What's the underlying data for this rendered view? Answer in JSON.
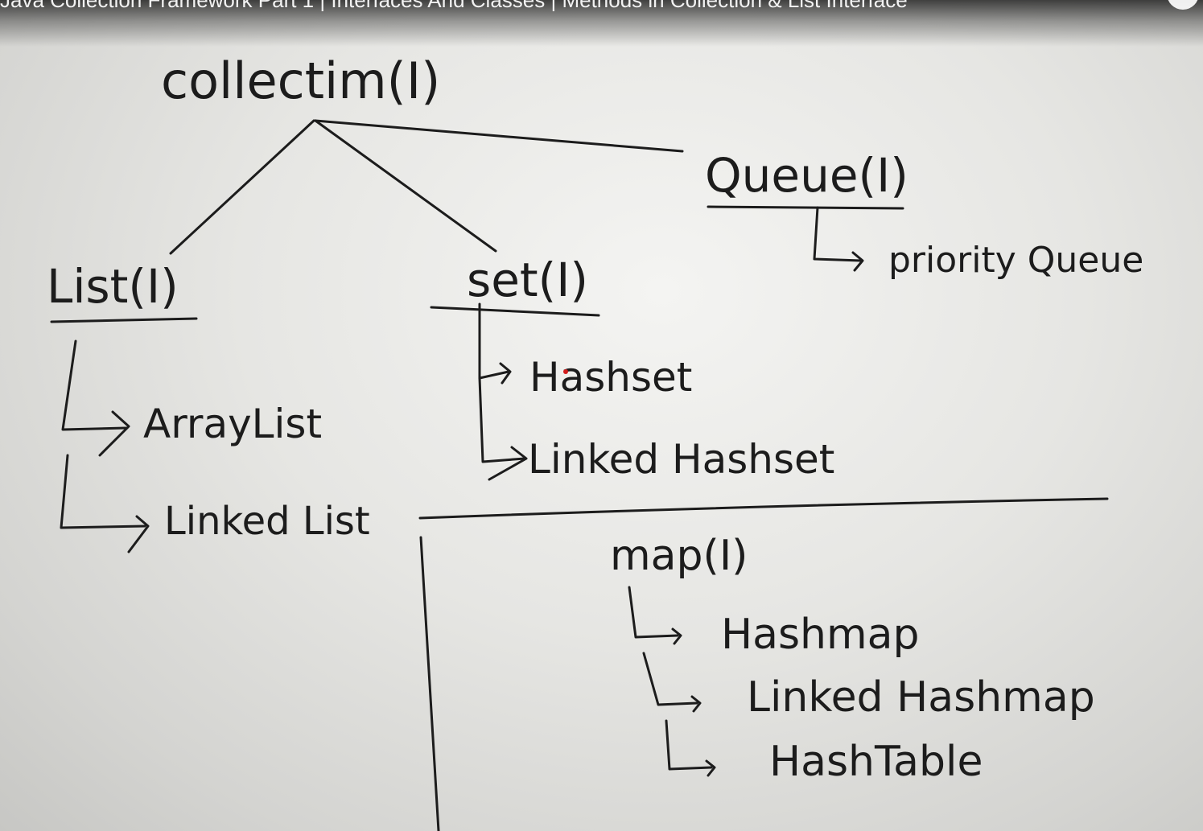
{
  "video_title": "Java Collection Framework Part 1 | Interfaces And Classes | Methods in Collection & List Interface",
  "whiteboard": {
    "root": "collectim(I)",
    "queue": {
      "title": "Queue(I)",
      "children": [
        "priority Queue"
      ]
    },
    "list": {
      "title": "List(I)",
      "children": [
        "ArrayList",
        "Linked List"
      ]
    },
    "set": {
      "title": "set(I)",
      "children": [
        "Hashset",
        "Linked Hashset"
      ]
    },
    "map": {
      "title": "map(I)",
      "children": [
        "Hashmap",
        "Linked Hashmap",
        "HashTable"
      ]
    }
  }
}
